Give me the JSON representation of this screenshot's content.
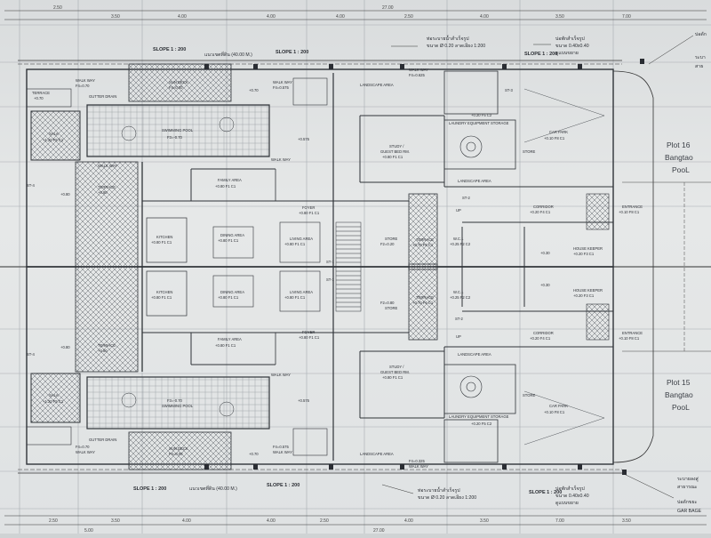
{
  "colors": {
    "paper": "#e4e6e6",
    "line": "#2f3338",
    "grid": "#9aa0a6",
    "hatch": "#6c7177"
  },
  "dims_top": [
    "2.50",
    "3.50",
    "4.00",
    "4.00",
    "4.00",
    "2.50",
    "4.00",
    "3.50",
    "7.00"
  ],
  "dims_top_total": "27.00",
  "dims_bottom": [
    "2.50",
    "3.50",
    "4.00",
    "4.00",
    "2.50",
    "4.00",
    "3.50",
    "7.00",
    "3.50"
  ],
  "dims_bottom_total": "27.00",
  "dims_bottom_extra": "5.00",
  "top": {
    "slope1": "SLOPE 1 : 200",
    "slope2": "SLOPE 1 : 200",
    "slope3": "SLOPE 1 : 200",
    "boundary": "แนวเขตที่ดิน (40.00 M.)",
    "drain_note_1": "ท่อระบายน้ำสำเร็จรูป",
    "drain_note_2": "ขนาด Ø 0.20 ลาดเอียง 1:200",
    "sump_1": "บ่อพักสำเร็จรูป",
    "sump_2": "ขนาด 0.40x0.40",
    "sump_3": "ดูแบบขยาย",
    "edge_1": "บ่อดัก",
    "edge_2": "ระบา",
    "edge_3": "สาธ"
  },
  "bottom": {
    "slope1": "SLOPE 1 : 200",
    "slope2": "SLOPE 1 : 200",
    "slope3": "SLOPE 1 : 200",
    "boundary": "แนวเขตที่ดิน (40.00 M.)",
    "drain_note_1": "ท่อระบายน้ำสำเร็จรูป",
    "drain_note_2": "ขนาด Ø 0.20 ลาดเอียง 1:200",
    "sump_1": "บ่อพักสำเร็จรูป",
    "sump_2": "ขนาด 0.40x0.40",
    "sump_3": "ดูแบบขยาย",
    "edge_1": "ระบายลงสู่",
    "edge_2": "สาธารณะ",
    "edge_3": "บ่อดักขยะ",
    "edge_4": "GAR BAGE"
  },
  "plot16": {
    "l1": "Plot 16",
    "l2": "Bangtao",
    "l3": "PooL"
  },
  "plot15": {
    "l1": "Plot 15",
    "l2": "Bangtao",
    "l3": "PooL"
  },
  "upper": {
    "sundeck": "SUN DECK",
    "sundeck_lvl": "F4=0.00",
    "pool": "SWIMMING POOL",
    "pool_lvl": "F3=-0.70",
    "sala": "SALA",
    "sala_lvl": "+1.20  F5 C1",
    "terrace_top": "TERRACE",
    "terrace_top_lvl": "+0.70",
    "walkway_a": "WALK WAY",
    "walkway_a_lvl": "F4=0.70",
    "walkway_b": "WALK WAY",
    "walkway_b_lvl": "F4=0.575",
    "walkway_c": "WALK WAY",
    "walkway_c_lvl": "F4=0.625",
    "walkway_d": "WALK WAY",
    "walkway_e": "WALK WAY",
    "gutter": "GUTTER DRAIN",
    "landscape": "LANDSCAPE AREA",
    "landscape2": "LANDSCAPE AREA",
    "laundry": "LAUNDRY EQUIPMENT STORAGE",
    "laundry_lvl": "+0.20 F5 C2",
    "study": "STUDY /",
    "study2": "GUEST BED RM.",
    "study_lvl": "+0.80  F1 C1",
    "carpark": "CAR PARK",
    "carpark_lvl": "+0.10  F8 C1",
    "store": "STORE",
    "terrace": "TERRACE",
    "terrace_lvl": "+0.80",
    "family": "FAMILY AREA",
    "family_lvl": "+0.80  F1 C1",
    "foyer": "FOYER",
    "foyer_lvl": "+0.80 F1 C1",
    "kitchen": "KITCHEN",
    "kitchen_lvl": "+0.80  F1 C1",
    "dining": "DINING AREA",
    "dining_lvl": "+0.80  F1 C1",
    "living": "LIVING AREA",
    "living_lvl": "+0.80  F1 C1",
    "store2": "STORE",
    "store2_lvl": "F2=0.20",
    "terrace2": "TERRACE",
    "terrace2_lvl": "+0.70  F6 C1",
    "wc": "W.C.1",
    "wc_lvl": "+0.25  F2 C2",
    "corridor": "CORRIDOR",
    "corridor_lvl": "+0.20  F4 C1",
    "entrance": "ENTRANCE",
    "entrance_lvl": "+0.10  F8 C1",
    "housekeeper": "HOUSE KEEPER",
    "housekeeper_lvl": "+0.20  F3 C1",
    "stair_st2": "ST-2",
    "stair_st3": "ST-3",
    "stair_st4": "ST-4",
    "stair_st1": "ST-1",
    "up": "UP",
    "lvl_080": "+0.80",
    "lvl_070": "+0.70",
    "lvl_0575": "+0.575",
    "lvl_030": "+0.30"
  },
  "lower": {
    "sundeck": "SUN DECK",
    "sundeck_lvl": "F4=0.00",
    "pool": "SWIMMING POOL",
    "pool_lvl": "F3=-0.70",
    "sala": "SALA",
    "sala_lvl": "+1.20  F5 C1",
    "walkway_a": "WALK WAY",
    "walkway_a_lvl": "F4=0.70",
    "walkway_b": "WALK WAY",
    "walkway_b_lvl": "F4=0.575",
    "walkway_c": "WALK WAY",
    "walkway_c_lvl": "F4=0.325",
    "walkway_d": "WALK WAY",
    "gutter": "GUTTER DRAIN",
    "landscape": "LANDSCAPE AREA",
    "landscape2": "LANDSCAPE AREA",
    "laundry": "LAUNDRY EQUIPMENT STORAGE",
    "laundry_lvl": "+0.20 F5 C2",
    "study": "STUDY /",
    "study2": "GUEST BED RM.",
    "study_lvl": "+0.80  F1 C1",
    "carpark": "CAR PARK",
    "carpark_lvl": "+0.10  F8 C1",
    "store": "STORE",
    "terrace": "TERRACE",
    "terrace_lvl": "+0.80",
    "family": "FAMILY AREA",
    "family_lvl": "+0.80  F1 C1",
    "foyer": "FOYER",
    "foyer_lvl": "+0.80 F1 C1",
    "kitchen": "KITCHEN",
    "kitchen_lvl": "+0.80  F1 C1",
    "dining": "DINING AREA",
    "dining_lvl": "+0.80  F1 C1",
    "living": "LIVING AREA",
    "living_lvl": "+0.80  F1 C1",
    "store2": "STORE",
    "store2_lvl": "F2=0.80",
    "terrace2": "TERRACE",
    "terrace2_lvl": "+0.70  F6 C1",
    "wc": "W.C.1",
    "wc_lvl": "+0.25  F2 C2",
    "corridor": "CORRIDOR",
    "corridor_lvl": "+0.20  F4 C1",
    "entrance": "ENTRANCE",
    "entrance_lvl": "+0.10  F8 C1",
    "housekeeper": "HOUSE KEEPER",
    "housekeeper_lvl": "+0.20  F3 C1",
    "stair_st2": "ST-2",
    "stair_st4": "ST-4",
    "stair_st1": "ST-1",
    "up": "UP",
    "lvl_080": "+0.80",
    "lvl_070": "+0.70",
    "lvl_0575": "+0.575",
    "lvl_030": "+0.30"
  }
}
